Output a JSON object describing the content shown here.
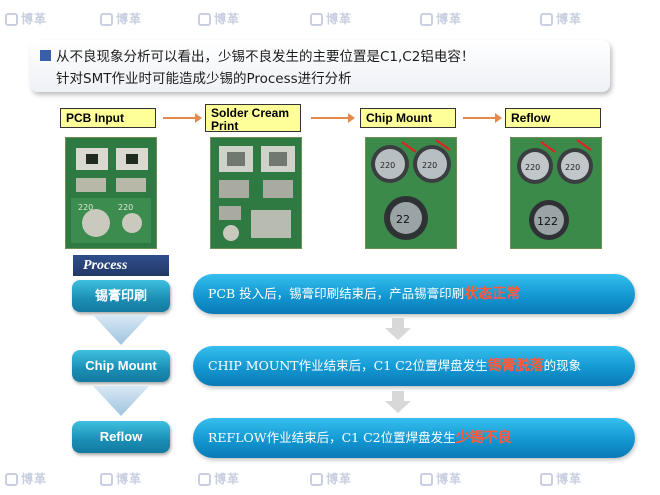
{
  "watermark": "博革",
  "banner": {
    "line1": "从不良现象分析可以看出，少锡不良发生的主要位置是C1,C2铝电容！",
    "line2": "针对SMT作业时可能造成少锡的Process进行分析"
  },
  "stages": [
    "PCB Input",
    "Solder Cream Print",
    "Chip Mount",
    "Reflow"
  ],
  "process_label": "Process",
  "steps": [
    {
      "button": "锡膏印刷",
      "text": "PCB 投入后，锡膏印刷结束后，产品锡膏印刷",
      "highlight": "状态正常",
      "suffix": ""
    },
    {
      "button": "Chip Mount",
      "text": "CHIP MOUNT作业结束后，C1 C2位置焊盘发生",
      "highlight": "锡膏脱落",
      "suffix": "的现象"
    },
    {
      "button": "Reflow",
      "text": "REFLOW作业结束后，C1 C2位置焊盘发生",
      "highlight": "少锡不良",
      "suffix": ""
    }
  ],
  "photos": [
    {
      "name": "pcb-input-photo",
      "labels": [
        "220",
        "220"
      ]
    },
    {
      "name": "solder-cream-photo",
      "labels": []
    },
    {
      "name": "chip-mount-photo",
      "labels": [
        "220",
        "220",
        "22"
      ]
    },
    {
      "name": "reflow-photo",
      "labels": [
        "220",
        "220",
        "122"
      ]
    }
  ],
  "colors": {
    "accent": "#1397d2",
    "highlight": "#ff5b3b",
    "label_bg": "#ffff99",
    "arrow": "#e58a4c"
  }
}
